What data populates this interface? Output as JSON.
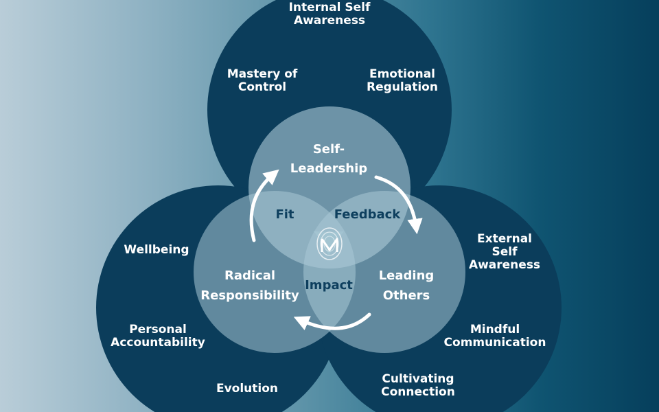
{
  "outer_circles": {
    "top": {
      "title_line1": "Internal Self",
      "title_line2": "Awareness",
      "left_line1": "Mastery of",
      "left_line2": "Control",
      "right_line1": "Emotional",
      "right_line2": "Regulation"
    },
    "left": {
      "item1": "Wellbeing",
      "item2_line1": "Personal",
      "item2_line2": "Accountability",
      "item3": "Evolution"
    },
    "right": {
      "title_line1": "External",
      "title_line2": "Self",
      "title_line3": "Awareness",
      "item2_line1": "Mindful",
      "item2_line2": "Communication",
      "item3_line1": "Cultivating",
      "item3_line2": "Connection"
    }
  },
  "inner_circles": {
    "top_line1": "Self-",
    "top_line2": "Leadership",
    "left_line1": "Radical",
    "left_line2": "Responsibility",
    "right_line1": "Leading",
    "right_line2": "Others"
  },
  "overlaps": {
    "left_top": "Fit",
    "right_top": "Feedback",
    "bottom": "Impact"
  },
  "center_logo": "fingerprint-m-logo",
  "colors": {
    "outer_circle": "#0b3d5b",
    "inner_circle": "#7aa9bc",
    "overlap_text": "#0e3f5e",
    "arrow": "#ffffff"
  }
}
